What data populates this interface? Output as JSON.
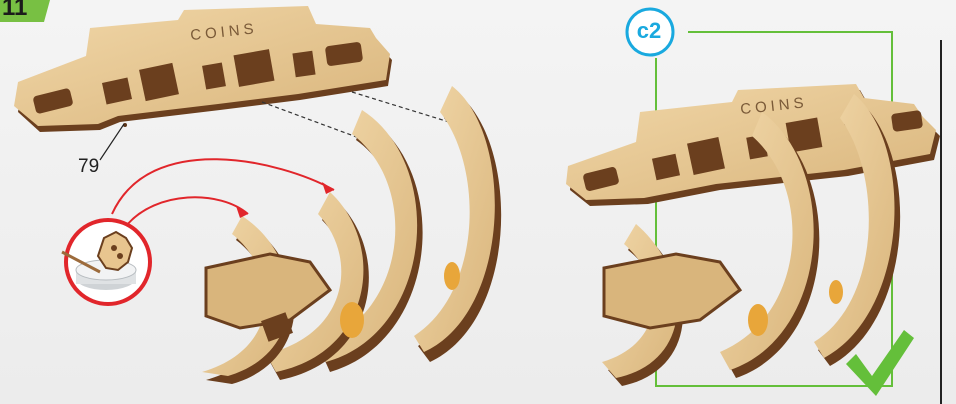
{
  "step": {
    "number": "11"
  },
  "part": {
    "number": "79"
  },
  "check": {
    "label": "c2"
  },
  "panel_text": {
    "left_plate": "COINS",
    "right_plate": "COINS"
  },
  "colors": {
    "wood": "#e8c58f",
    "wood_edge": "#6b3f1e",
    "check_green": "#64bf3a",
    "check_blue": "#19a9df",
    "glue_red": "#e1262b",
    "step_green": "#78c043"
  },
  "icons": {
    "glue": "glue-icon",
    "check": "checkmark-icon"
  }
}
